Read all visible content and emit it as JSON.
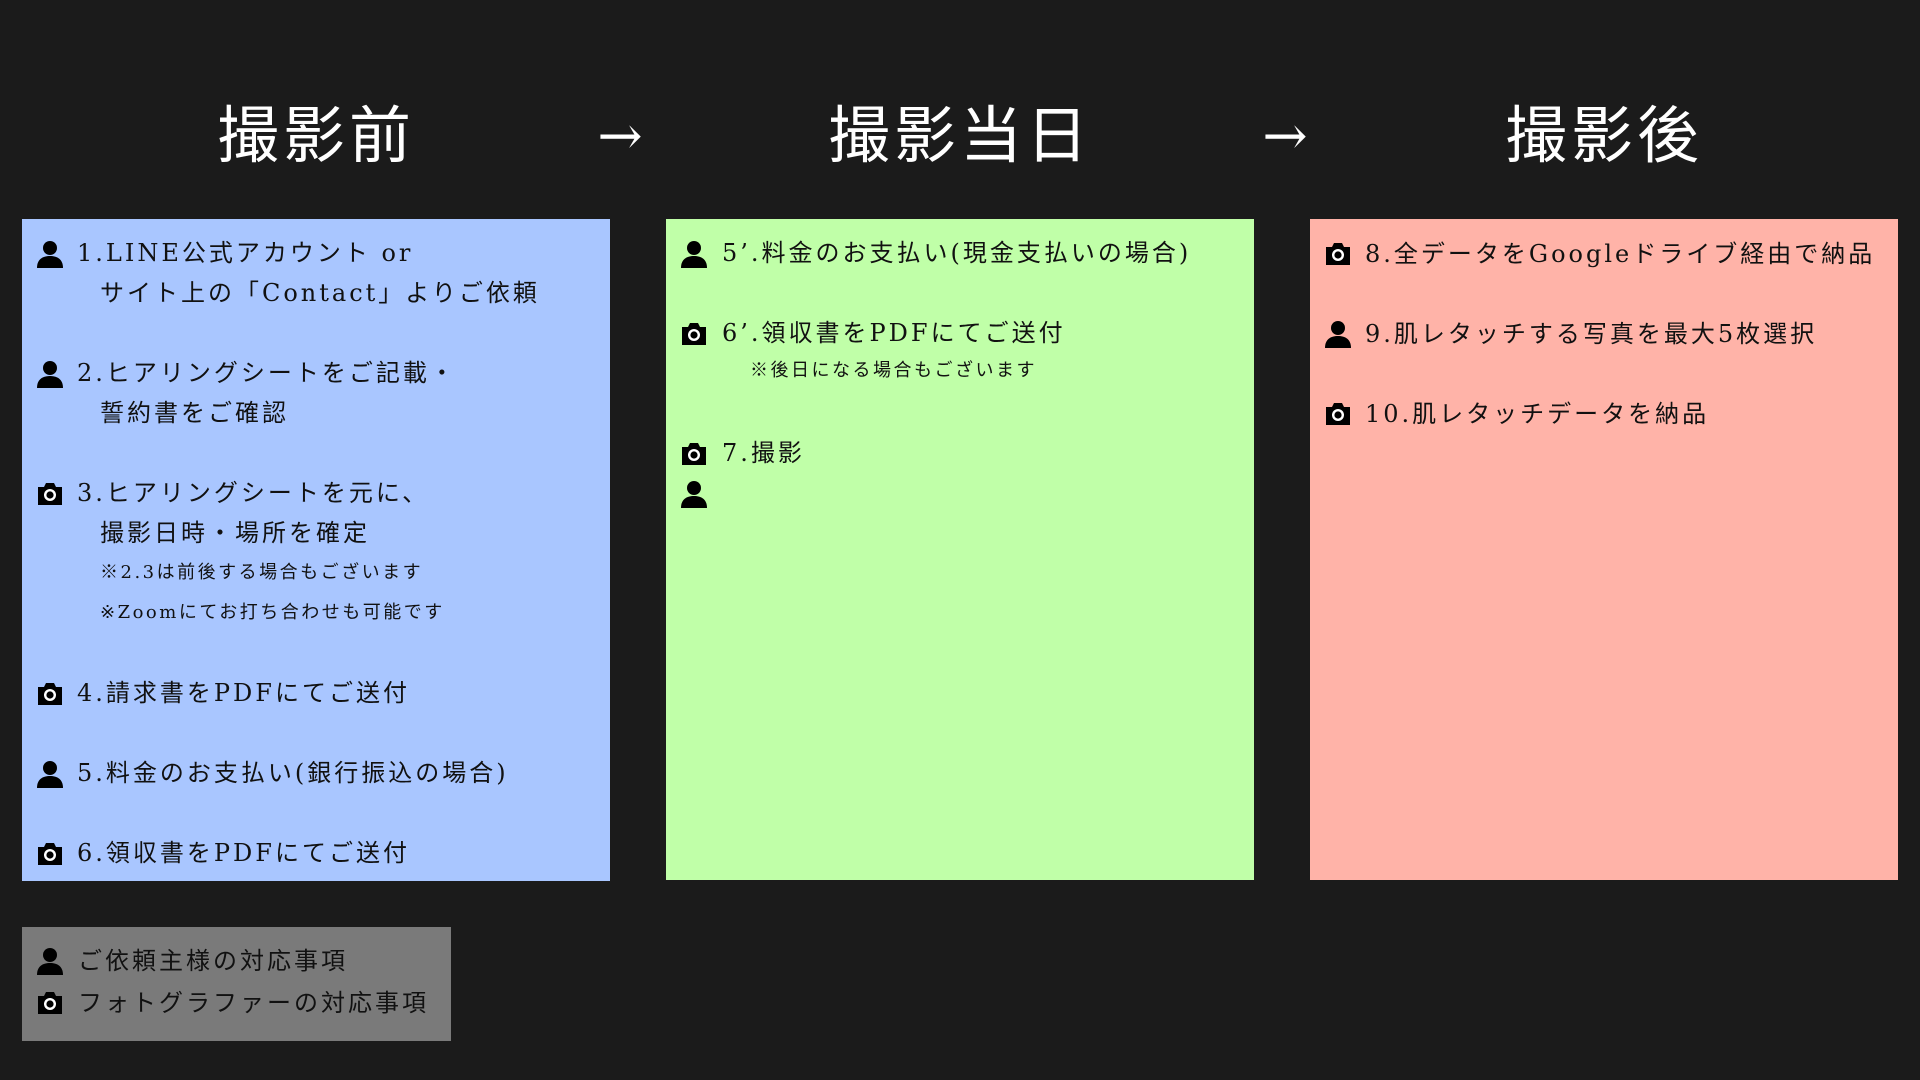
{
  "headings": {
    "before": "撮影前",
    "day": "撮影当日",
    "after": "撮影後",
    "arrow": "→"
  },
  "before_steps": [
    {
      "icon": "person-icon",
      "lines": [
        "1.LINE公式アカウント or",
        "サイト上の「Contact」よりご依頼"
      ]
    },
    {
      "icon": "person-icon",
      "lines": [
        "2.ヒアリングシートをご記載・",
        "誓約書をご確認"
      ]
    },
    {
      "icon": "camera-icon",
      "lines": [
        "3.ヒアリングシートを元に、",
        "撮影日時・場所を確定"
      ],
      "notes": [
        "※2.3は前後する場合もございます",
        "※Zoomにてお打ち合わせも可能です"
      ]
    },
    {
      "icon": "camera-icon",
      "lines": [
        "4.請求書をPDFにてご送付"
      ]
    },
    {
      "icon": "person-icon",
      "lines": [
        "5.料金のお支払い(銀行振込の場合)"
      ]
    },
    {
      "icon": "camera-icon",
      "lines": [
        "6.領収書をPDFにてご送付"
      ]
    }
  ],
  "day_steps": [
    {
      "icon": "person-icon",
      "lines": [
        "5’.料金のお支払い(現金支払いの場合)"
      ]
    },
    {
      "icon": "camera-icon",
      "lines": [
        "6’.領収書をPDFにてご送付"
      ],
      "notes": [
        "※後日になる場合もございます"
      ]
    },
    {
      "icon": "camera-icon",
      "lines": [
        "7.撮影"
      ]
    },
    {
      "icon": "person-icon",
      "lines": [
        ""
      ]
    }
  ],
  "after_steps": [
    {
      "icon": "camera-icon",
      "lines": [
        "8.全データをGoogleドライブ経由で納品"
      ]
    },
    {
      "icon": "person-icon",
      "lines": [
        "9.肌レタッチする写真を最大5枚選択"
      ]
    },
    {
      "icon": "camera-icon",
      "lines": [
        "10.肌レタッチデータを納品"
      ]
    }
  ],
  "legend": {
    "client_label": "ご依頼主様の対応事項",
    "photographer_label": "フォトグラファーの対応事項"
  },
  "colors": {
    "background": "#1b1b1b",
    "before_panel": "#a9c6ff",
    "day_panel": "#c0ffa8",
    "after_panel": "#ffb3a8",
    "legend_panel": "#7a7a7a"
  }
}
